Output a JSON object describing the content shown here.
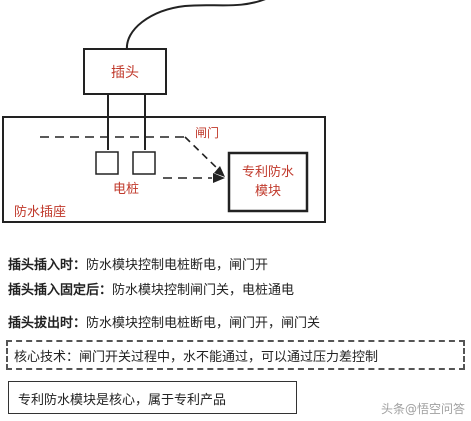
{
  "diagram": {
    "plug_label": "插头",
    "gate_label": "闸门",
    "pile_label": "电桩",
    "module_label_line1": "专利防水",
    "module_label_line2": "模块",
    "socket_label": "防水插座"
  },
  "states": [
    {
      "key": "插头插入时：",
      "desc": "防水模块控制电桩断电，闸门开"
    },
    {
      "key": "插头插入固定后：",
      "desc": "防水模块控制闸门关，电桩通电"
    },
    {
      "key": "插头拔出时：",
      "desc": "防水模块控制电桩断电，闸门开，闸门关"
    }
  ],
  "core_tech": "核心技术：闸门开关过程中，水不能通过，可以通过压力差控制",
  "patent_note": "专利防水模块是核心，属于专利产品",
  "watermark": "头条@悟空问答",
  "colors": {
    "label_red": "#c0392b",
    "line": "#222222"
  }
}
